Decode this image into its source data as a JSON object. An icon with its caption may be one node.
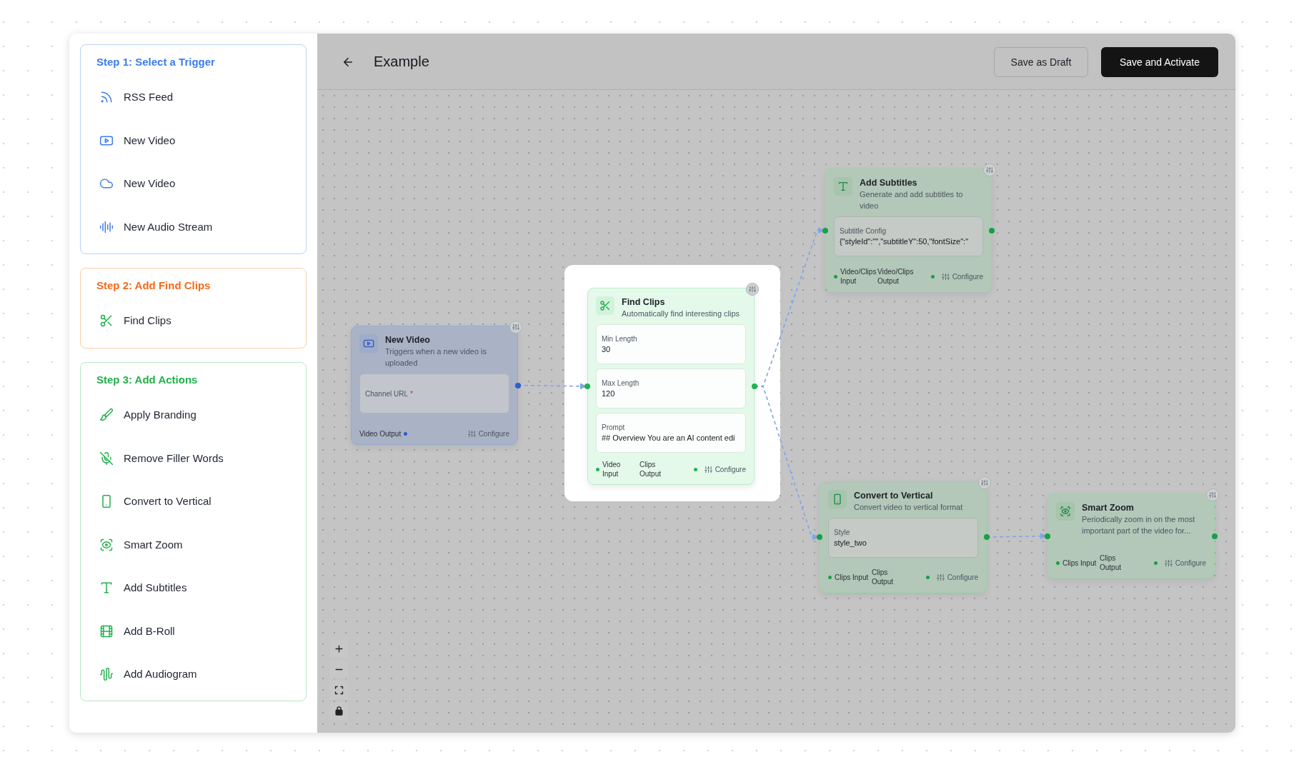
{
  "diagram": {
    "title": "Example",
    "nodes": [
      {
        "text": [
          "Step 1: Select a Trigger"
        ]
      },
      {
        "text": [
          "RSS Feed"
        ],
        "in": 0
      },
      {
        "text": [
          "New Video"
        ],
        "in": 0
      },
      {
        "text": [
          "New Video"
        ],
        "in": 0
      },
      {
        "text": [
          "New Audio Stream"
        ],
        "in": 0
      },
      {
        "text": [
          "Step 2: Add Find Clips"
        ]
      },
      {
        "text": [
          "Find Clips"
        ],
        "in": 5
      },
      {
        "text": [
          "Step 3: Add Actions"
        ]
      },
      {
        "text": [
          "Apply Branding"
        ],
        "in": 7
      },
      {
        "text": [
          "Remove Filler Words"
        ],
        "in": 7
      },
      {
        "text": [
          "Convert to Vertical"
        ],
        "in": 7
      },
      {
        "text": [
          "Smart Zoom"
        ],
        "in": 7
      },
      {
        "text": [
          "Add Subtitles"
        ],
        "in": 7
      },
      {
        "text": [
          "Add B-Roll"
        ],
        "in": 7
      },
      {
        "text": [
          "Add Audiogram"
        ],
        "in": 7
      },
      {
        "text": [
          "New Video",
          "Triggers when a new video is uploaded",
          "Video Output",
          "Configure"
        ]
      },
      {
        "text": [
          "Channel URL",
          "*"
        ],
        "in": 15
      },
      {
        "text": [
          "Find Clips",
          "Automatically find interesting clips",
          "Video Input",
          "Clips Output",
          "Configure"
        ]
      },
      {
        "text": [
          "Min Length",
          "30"
        ],
        "in": 17
      },
      {
        "text": [
          "Max Length",
          "120"
        ],
        "in": 17
      },
      {
        "text": [
          "Prompt",
          "## Overview You are an AI content edi"
        ],
        "in": 17
      },
      {
        "text": [
          "Add Subtitles",
          "Generate and add subtitles to video",
          "Video/Clips Input",
          "Video/Clips Output",
          "Configure"
        ]
      },
      {
        "text": [
          "Subtitle Config",
          "{\"styleId\":\"\",\"subtitleY\":50,\"fontSize\":\""
        ],
        "in": 21
      },
      {
        "text": [
          "Convert to Vertical",
          "Convert video to vertical format",
          "Clips Input",
          "Clips Output",
          "Configure"
        ]
      },
      {
        "text": [
          "Style",
          "style_two"
        ],
        "in": 23
      },
      {
        "text": [
          "Smart Zoom",
          "Periodically zoom in on the most important part of the video for...",
          "Clips Input",
          "Clips Output",
          "Configure"
        ]
      }
    ],
    "edges": [
      {
        "from": 15,
        "to": 17,
        "arrow": "to",
        "style": "dashed"
      },
      {
        "from": 17,
        "to": 21,
        "arrow": "to",
        "style": "dashed"
      },
      {
        "from": 17,
        "to": 23,
        "arrow": "to",
        "style": "dashed"
      },
      {
        "from": 23,
        "to": 25,
        "arrow": "to",
        "style": "dashed"
      }
    ],
    "labels": [
      "Save as Draft",
      "Save and Activate"
    ]
  }
}
